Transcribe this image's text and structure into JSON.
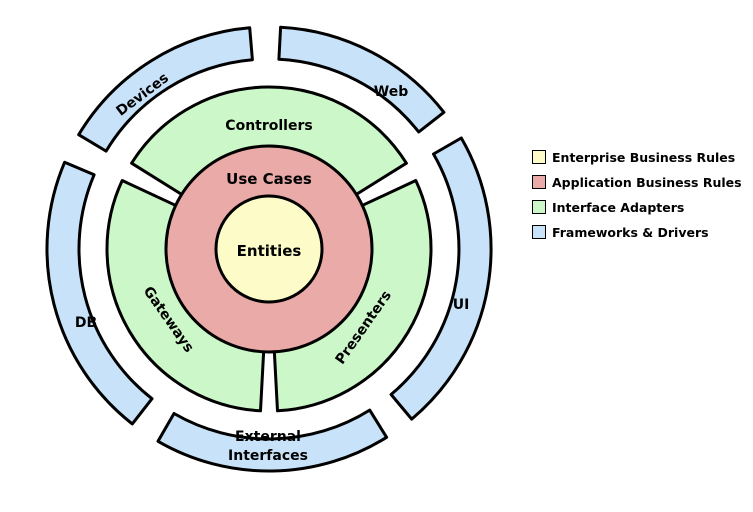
{
  "colors": {
    "enterprise": "#fdfcc9",
    "application": "#eaaaa8",
    "adapters": "#ccf7c9",
    "frameworks": "#c8e3f9"
  },
  "labels": {
    "entities": "Entities",
    "use_cases": "Use Cases",
    "controllers": "Controllers",
    "gateways": "Gateways",
    "presenters": "Presenters",
    "devices": "Devices",
    "web": "Web",
    "ui": "UI",
    "db": "DB",
    "external_line1": "External",
    "external_line2": "Interfaces"
  },
  "legend": [
    {
      "label": "Enterprise Business Rules",
      "color": "#fdfcc9"
    },
    {
      "label": "Application Business Rules",
      "color": "#eaaaa8"
    },
    {
      "label": "Interface Adapters",
      "color": "#ccf7c9"
    },
    {
      "label": "Frameworks & Drivers",
      "color": "#c8e3f9"
    }
  ]
}
